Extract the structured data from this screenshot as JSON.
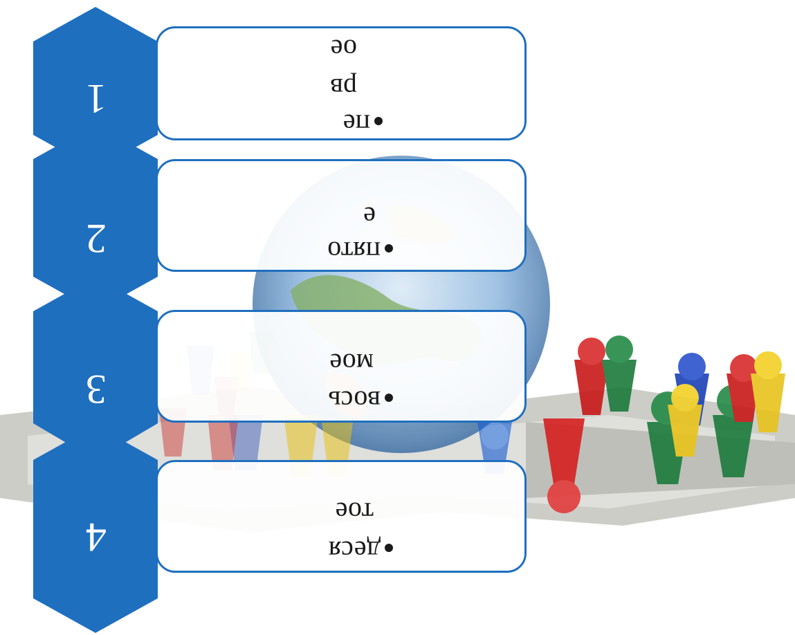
{
  "steps": [
    {
      "number": "1",
      "lines": [
        "пе",
        "рв",
        "ое"
      ]
    },
    {
      "number": "2",
      "lines": [
        "пято",
        "е"
      ]
    },
    {
      "number": "3",
      "lines": [
        "вось",
        "мое"
      ]
    },
    {
      "number": "4",
      "lines": [
        "деся",
        "тое"
      ]
    }
  ],
  "colors": {
    "chevron": "#1f6fbf",
    "box_border": "#1f6fbf",
    "text": "#1a1a1a",
    "number": "#ffffff"
  },
  "background_image": "globe-with-game-pawns-on-puzzle-pieces"
}
